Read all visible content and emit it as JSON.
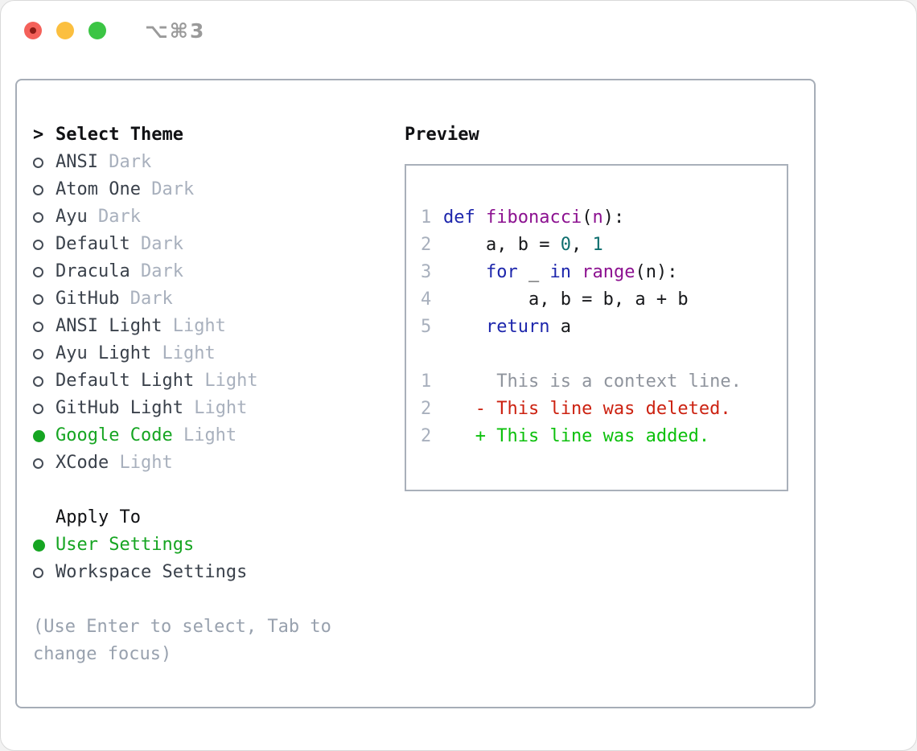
{
  "window": {
    "title": "⌥⌘3",
    "traffic_lights": [
      "close",
      "minimize",
      "zoom"
    ]
  },
  "colors": {
    "selection_green": "#16a522",
    "text_dark": "#3a414b",
    "text_black": "#101114",
    "muted_gray": "#a8b0bd",
    "help_gray": "#98a1ae",
    "panel_border": "#a6adb7",
    "preview_border": "#a9b0ba",
    "titlebar_text": "#9a9a9a",
    "traffic_red": "#f4615a",
    "traffic_red_dot": "#8c1c15",
    "traffic_yellow": "#fbbf3f",
    "traffic_green": "#3bc544"
  },
  "left": {
    "header": {
      "prefix": ">",
      "label": "Select Theme"
    },
    "themes": [
      {
        "name": "ANSI",
        "variant": "Dark",
        "selected": false
      },
      {
        "name": "Atom One",
        "variant": "Dark",
        "selected": false
      },
      {
        "name": "Ayu",
        "variant": "Dark",
        "selected": false
      },
      {
        "name": "Default",
        "variant": "Dark",
        "selected": false
      },
      {
        "name": "Dracula",
        "variant": "Dark",
        "selected": false
      },
      {
        "name": "GitHub",
        "variant": "Dark",
        "selected": false
      },
      {
        "name": "ANSI Light",
        "variant": "Light",
        "selected": false
      },
      {
        "name": "Ayu Light",
        "variant": "Light",
        "selected": false
      },
      {
        "name": "Default Light",
        "variant": "Light",
        "selected": false
      },
      {
        "name": "GitHub Light",
        "variant": "Light",
        "selected": false
      },
      {
        "name": "Google Code",
        "variant": "Light",
        "selected": true
      },
      {
        "name": "XCode",
        "variant": "Light",
        "selected": false
      }
    ],
    "apply_to": {
      "label": "Apply To",
      "options": [
        {
          "label": "User Settings",
          "selected": true
        },
        {
          "label": "Workspace Settings",
          "selected": false
        }
      ]
    },
    "help": "(Use Enter to select, Tab to change focus)"
  },
  "preview": {
    "title": "Preview",
    "colors": {
      "keyword": "#1d26ac",
      "type": "#8c1190",
      "literal": "#0e6e6e",
      "plain": "#17181b",
      "context": "#8f949d",
      "deleted": "#cc2211",
      "added": "#0cc00c",
      "line_number": "#a8b0bd"
    },
    "code_lines": [
      {
        "num": "1",
        "tokens": [
          {
            "t": "def",
            "c": "keyword"
          },
          {
            "t": " ",
            "c": "plain"
          },
          {
            "t": "fibonacci",
            "c": "type"
          },
          {
            "t": "(",
            "c": "plain"
          },
          {
            "t": "n",
            "c": "type"
          },
          {
            "t": "):",
            "c": "plain"
          }
        ]
      },
      {
        "num": "2",
        "tokens": [
          {
            "t": "    a, b = ",
            "c": "plain"
          },
          {
            "t": "0",
            "c": "literal"
          },
          {
            "t": ", ",
            "c": "plain"
          },
          {
            "t": "1",
            "c": "literal"
          }
        ]
      },
      {
        "num": "3",
        "tokens": [
          {
            "t": "    ",
            "c": "plain"
          },
          {
            "t": "for",
            "c": "keyword"
          },
          {
            "t": " _ ",
            "c": "plain"
          },
          {
            "t": "in",
            "c": "keyword"
          },
          {
            "t": " ",
            "c": "plain"
          },
          {
            "t": "range",
            "c": "type"
          },
          {
            "t": "(n):",
            "c": "plain"
          }
        ]
      },
      {
        "num": "4",
        "tokens": [
          {
            "t": "        a, b = b, a + b",
            "c": "plain"
          }
        ]
      },
      {
        "num": "5",
        "tokens": [
          {
            "t": "    ",
            "c": "plain"
          },
          {
            "t": "return",
            "c": "keyword"
          },
          {
            "t": " a",
            "c": "plain"
          }
        ]
      },
      {
        "num": "",
        "tokens": []
      },
      {
        "num": "1",
        "tokens": [
          {
            "t": "     This is a context line.",
            "c": "context"
          }
        ]
      },
      {
        "num": "2",
        "tokens": [
          {
            "t": "   - This line was deleted.",
            "c": "deleted"
          }
        ]
      },
      {
        "num": "2",
        "tokens": [
          {
            "t": "   + This line was added.",
            "c": "added"
          }
        ]
      }
    ]
  }
}
